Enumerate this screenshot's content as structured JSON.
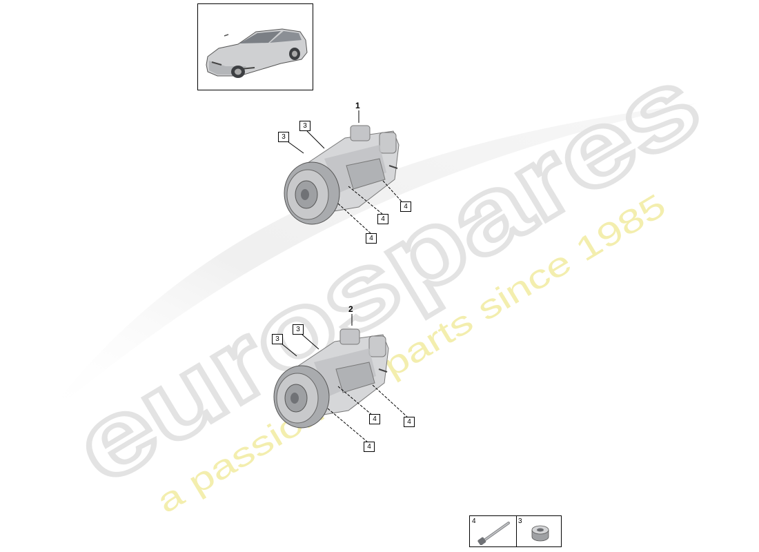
{
  "watermark": {
    "brand": "eurospares",
    "tagline": "a passion for parts since 1985",
    "brand_color": "#e6e6e6",
    "tagline_color": "#f4efb4"
  },
  "thumbnail": {
    "icon": "suv-car-icon"
  },
  "assemblies": [
    {
      "number": "1",
      "callouts": [
        "3",
        "3",
        "4",
        "4",
        "4"
      ],
      "icon": "ac-compressor-icon"
    },
    {
      "number": "2",
      "callouts": [
        "3",
        "3",
        "4",
        "4",
        "4"
      ],
      "icon": "ac-compressor-icon"
    }
  ],
  "legend": [
    {
      "number": "4",
      "icon": "bolt-icon"
    },
    {
      "number": "3",
      "icon": "bushing-icon"
    }
  ]
}
